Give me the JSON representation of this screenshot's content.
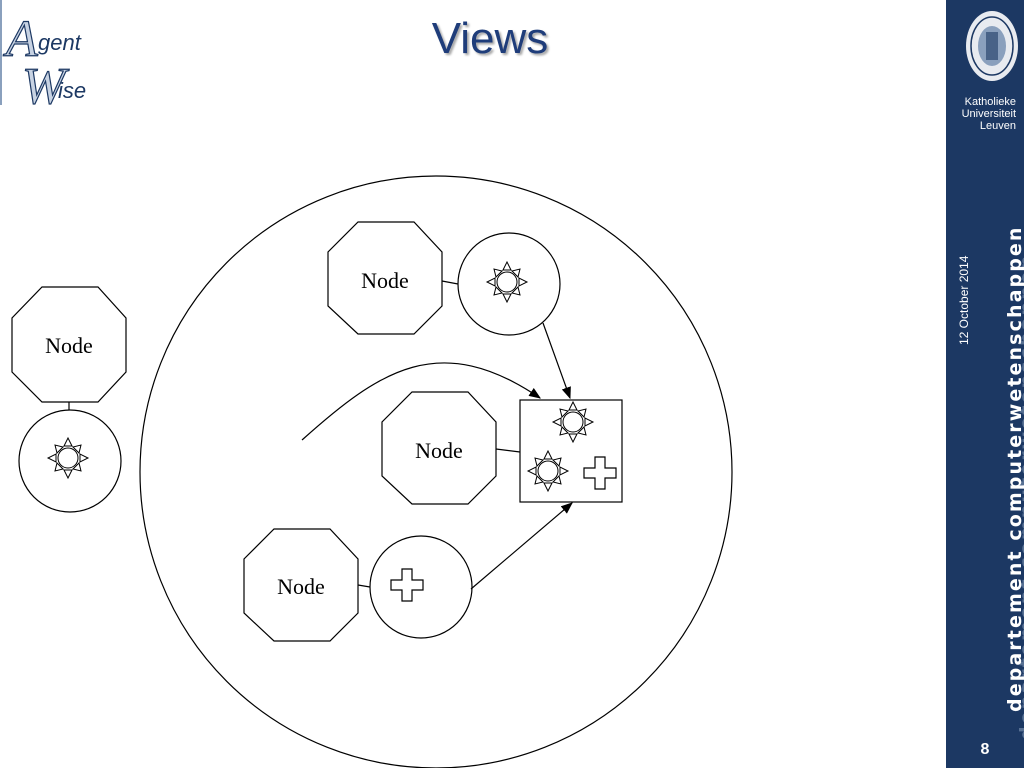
{
  "logo": {
    "line1": "gent",
    "line2": "ise",
    "cap1": "A",
    "cap2": "W"
  },
  "title": "Views",
  "sidebar": {
    "university": [
      "Katholieke",
      "Universiteit",
      "Leuven"
    ],
    "date": "12 October 2014",
    "department": "departement computerwetenschappen",
    "page_number": "8"
  },
  "diagram": {
    "nodes": [
      {
        "label": "Node",
        "view": "sun"
      },
      {
        "label": "Node",
        "view": "sun"
      },
      {
        "label": "Node",
        "view": "sun+cross"
      },
      {
        "label": "Node",
        "view": "cross"
      }
    ]
  },
  "colors": {
    "title": "#1f3d7a",
    "sidebar": "#1c3863"
  }
}
